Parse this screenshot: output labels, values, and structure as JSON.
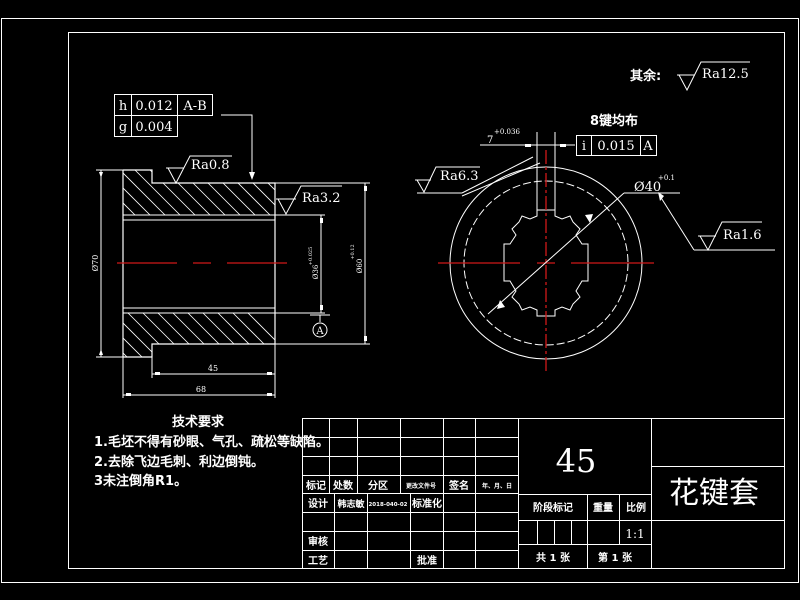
{
  "drawing": {
    "title": "花键套",
    "material": "45",
    "colors": {
      "background": "#000000",
      "line": "#ffffff",
      "centerline": "#d01818"
    }
  },
  "roughness": {
    "general_label": "其余:",
    "general_value": "Ra12.5",
    "ra08": "Ra0.8",
    "ra32": "Ra3.2",
    "ra63": "Ra6.3",
    "ra16": "Ra1.6"
  },
  "tolerance_frames": {
    "runout": {
      "symbol": "h",
      "value": "0.012",
      "datum": "A-B"
    },
    "cylindricity": {
      "symbol": "g",
      "value": "0.004"
    },
    "symmetry": {
      "symbol": "i",
      "value": "0.015",
      "datum": "A"
    }
  },
  "dimensions": {
    "od70": "Ø70",
    "bore": "Ø36",
    "bore_tol": "+0.025",
    "od60": "Ø60",
    "od60_tol": "+0.12",
    "len45": "45",
    "len68": "68",
    "key_width": "7",
    "key_tol": "+0.036",
    "dia40": "Ø40",
    "dia40_tol": "+0.1",
    "key_note": "8键均布",
    "datum_label": "A"
  },
  "tech_requirements": {
    "heading": "技术要求",
    "items": [
      "1.毛坯不得有砂眼、气孔、疏松等缺陷。",
      "2.去除飞边毛刺、利边倒钝。",
      "3未注倒角R1。"
    ]
  },
  "title_block": {
    "header_row": [
      "标记",
      "处数",
      "分区",
      "更改文件号",
      "签名",
      "年、月、日"
    ],
    "design_row": [
      "设计",
      "韩志敏",
      "2018-040-02",
      "标准化"
    ],
    "review": "审核",
    "process": "工艺",
    "approve": "批准",
    "stage_mark": "阶段标记",
    "weight": "重量",
    "scale_label": "比例",
    "scale_value": "1:1",
    "total_sheets": "共 1 张",
    "sheet_no": "第 1 张"
  }
}
